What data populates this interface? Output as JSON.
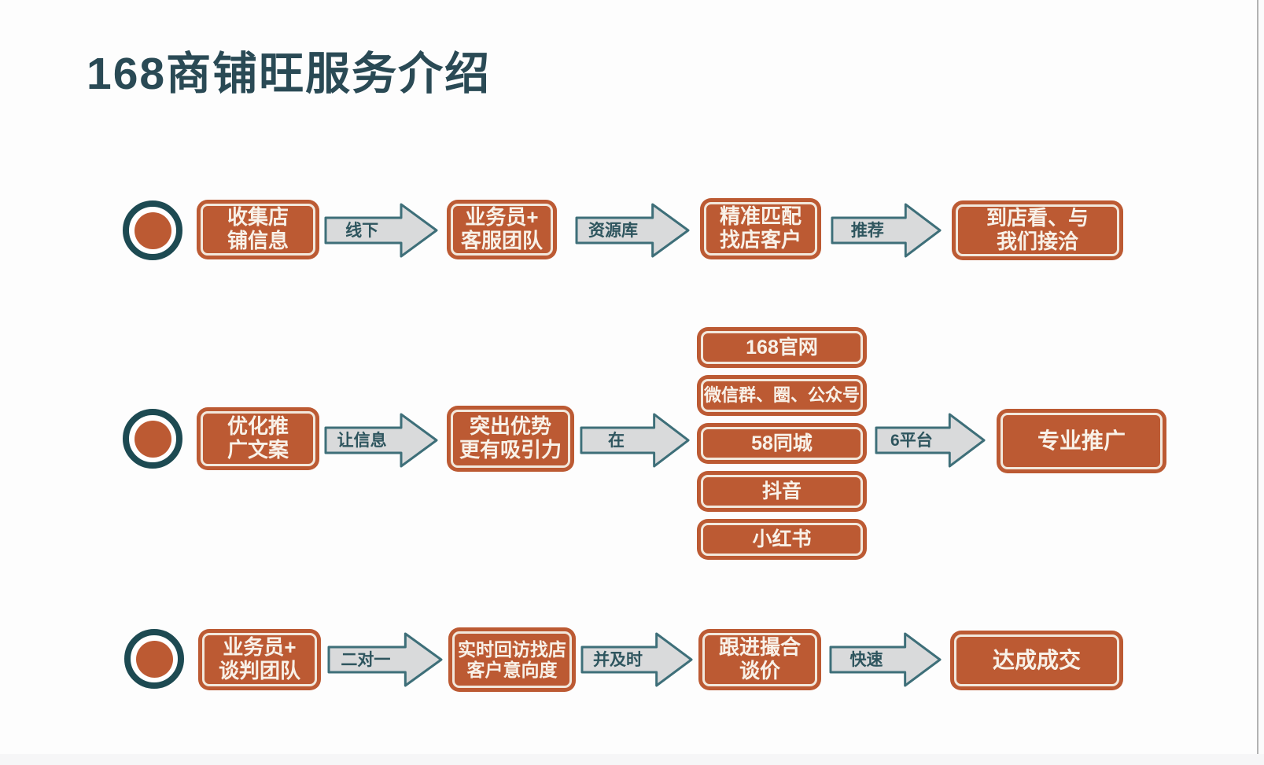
{
  "title": "168商铺旺服务介绍",
  "colors": {
    "box_orange": "#bc5a33",
    "bullet_ring_teal": "#1d4a52",
    "arrow_fill": "#d9dadb",
    "arrow_outline": "#3e6f79",
    "arrow_label_text": "#2e555e",
    "box_text": "#f8f1e8",
    "title_text": "#2a4a55",
    "background": "#fdfdfd"
  },
  "rows": [
    {
      "name": "offline-collection-flow",
      "steps": [
        {
          "type": "box",
          "lines": [
            "收集店",
            "铺信息"
          ]
        },
        {
          "type": "arrow",
          "label": "线下"
        },
        {
          "type": "box",
          "lines": [
            "业务员+",
            "客服团队"
          ]
        },
        {
          "type": "arrow",
          "label": "资源库"
        },
        {
          "type": "box",
          "lines": [
            "精准匹配",
            "找店客户"
          ]
        },
        {
          "type": "arrow",
          "label": "推荐"
        },
        {
          "type": "box",
          "lines": [
            "到店看、与",
            "我们接洽"
          ]
        }
      ]
    },
    {
      "name": "promotion-flow",
      "steps": [
        {
          "type": "box",
          "lines": [
            "优化推",
            "广文案"
          ]
        },
        {
          "type": "arrow",
          "label": "让信息"
        },
        {
          "type": "box",
          "lines": [
            "突出优势",
            "更有吸引力"
          ]
        },
        {
          "type": "arrow",
          "label": "在"
        },
        {
          "type": "stack",
          "items": [
            "168官网",
            "微信群、圈、公众号",
            "58同城",
            "抖音",
            "小红书"
          ]
        },
        {
          "type": "arrow",
          "label": "6平台"
        },
        {
          "type": "box",
          "lines": [
            "专业推广"
          ]
        }
      ]
    },
    {
      "name": "negotiation-flow",
      "steps": [
        {
          "type": "box",
          "lines": [
            "业务员+",
            "谈判团队"
          ]
        },
        {
          "type": "arrow",
          "label": "二对一"
        },
        {
          "type": "box",
          "lines": [
            "实时回访找店",
            "客户意向度"
          ]
        },
        {
          "type": "arrow",
          "label": "并及时"
        },
        {
          "type": "box",
          "lines": [
            "跟进撮合",
            "谈价"
          ]
        },
        {
          "type": "arrow",
          "label": "快速"
        },
        {
          "type": "box",
          "lines": [
            "达成成交"
          ]
        }
      ]
    }
  ]
}
